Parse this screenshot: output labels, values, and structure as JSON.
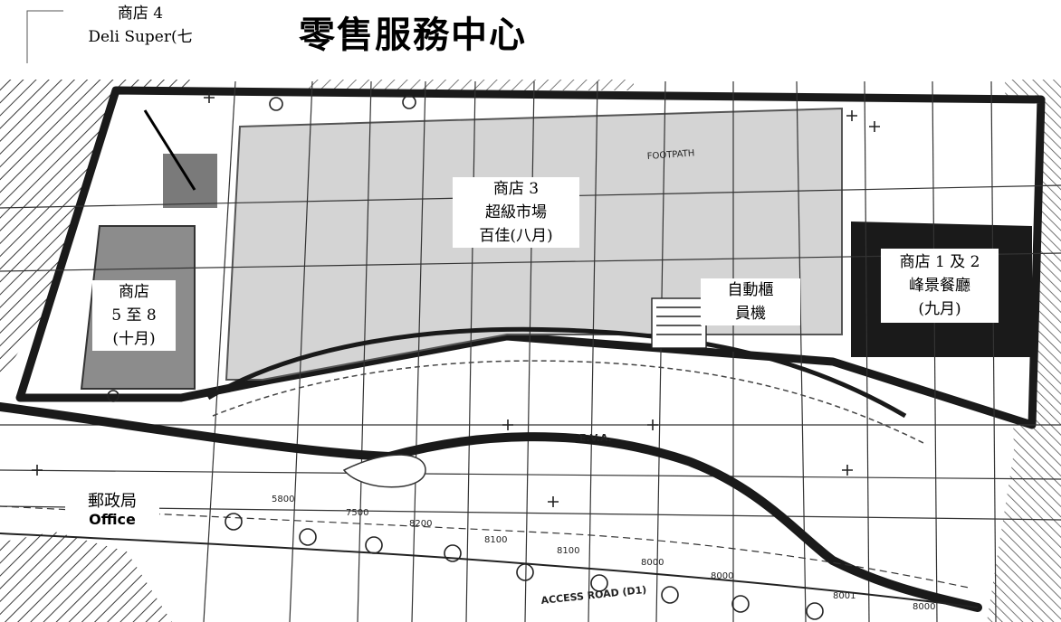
{
  "title": "零售服務中心",
  "labels": {
    "shop4": [
      "商店 4",
      "Deli Super(七"
    ],
    "shop3": [
      "商店 3",
      "超級市場",
      "百佳(八月)"
    ],
    "shop12": [
      "商店 1 及 2",
      "峰景餐廳",
      "(九月)"
    ],
    "kiosk": [
      "自動櫃",
      "員機"
    ],
    "shop58": [
      "商店",
      "5 至 8",
      "(十月)"
    ],
    "post_office": "郵政局",
    "post_office_underlay": "Office"
  },
  "drawing_text": {
    "footpath": "FOOTPATH",
    "eva": "E.V.A.",
    "access_road": "ACCESS ROAD (D1)",
    "levels": [
      "5800",
      "7500",
      "8200",
      "8100",
      "8100",
      "8000",
      "8000",
      "8001",
      "8000"
    ]
  },
  "colors": {
    "line": "#1a1a1a",
    "shade_light": "#d4d4d4",
    "shade_mid": "#8c8c8c",
    "shade_dark": "#1a1a1a",
    "paper": "#ffffff"
  }
}
